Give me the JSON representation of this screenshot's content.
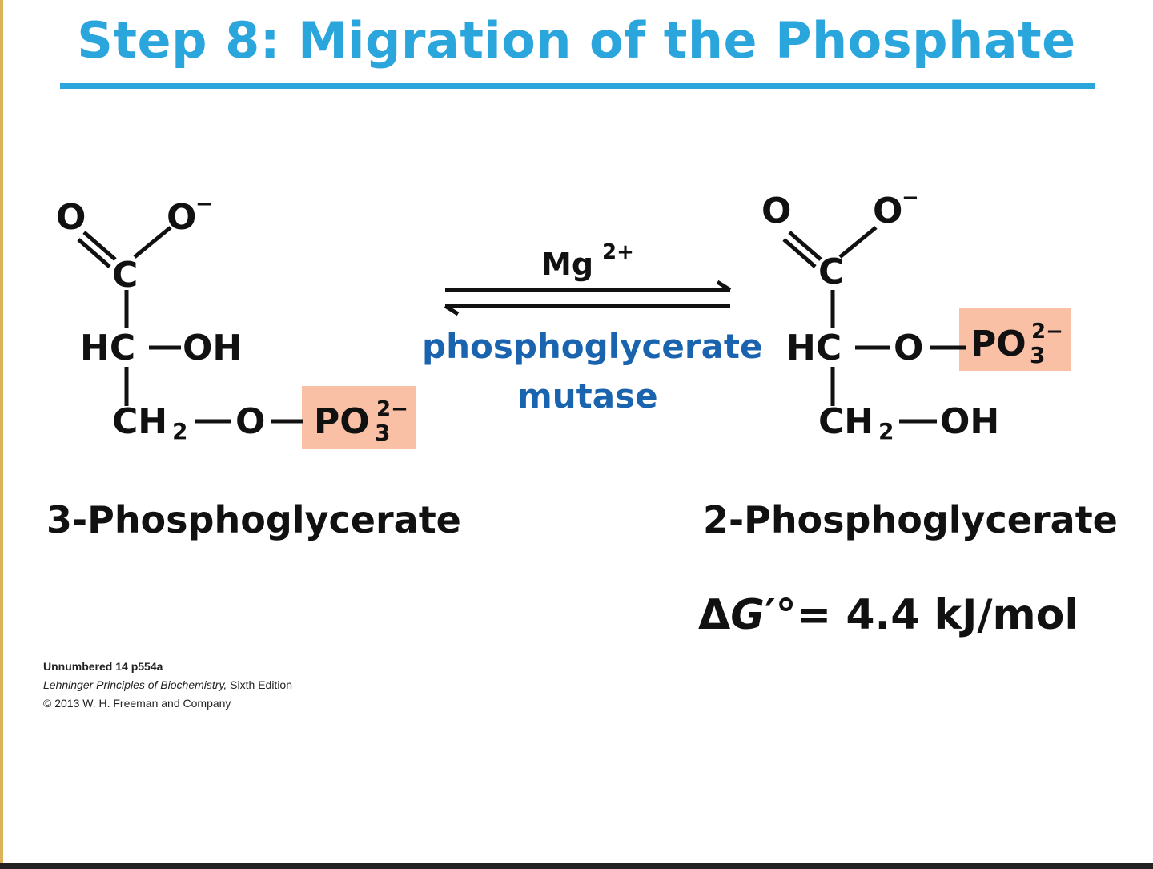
{
  "title": "Step 8: Migration of the Phosphate",
  "reactant": {
    "name": "3-Phosphoglycerate",
    "atoms": {
      "O_double": "O",
      "O_minus": "O",
      "O_minus_charge": "−",
      "C": "C",
      "HC": "HC",
      "OH": "OH",
      "CH": "CH",
      "CH_sub": "2",
      "O_bridge": "O",
      "PO": "PO",
      "PO_sub": "3",
      "PO_charge": "2−"
    }
  },
  "product": {
    "name": "2-Phosphoglycerate",
    "atoms": {
      "O_double": "O",
      "O_minus": "O",
      "O_minus_charge": "−",
      "C": "C",
      "HC": "HC",
      "O_bridge": "O",
      "PO": "PO",
      "PO_sub": "3",
      "PO_charge": "2−",
      "CH": "CH",
      "CH_sub": "2",
      "OH": "OH"
    }
  },
  "reaction": {
    "cofactor": "Mg",
    "cofactor_charge": "2+",
    "enzyme_line1": "phosphoglycerate",
    "enzyme_line2": "mutase"
  },
  "energy": {
    "delta": "Δ",
    "G": "G",
    "rest": "′°=  4.4  kJ/mol"
  },
  "credit": {
    "line1": "Unnumbered 14 p554a",
    "line2_italic": "Lehninger Principles of Biochemistry,",
    "line2_rest": " Sixth Edition",
    "line3": "© 2013 W. H. Freeman and Company"
  },
  "colors": {
    "title": "#2aa6dc",
    "enzyme": "#1a63ae",
    "phosphate_highlight": "#f9c0a5"
  }
}
